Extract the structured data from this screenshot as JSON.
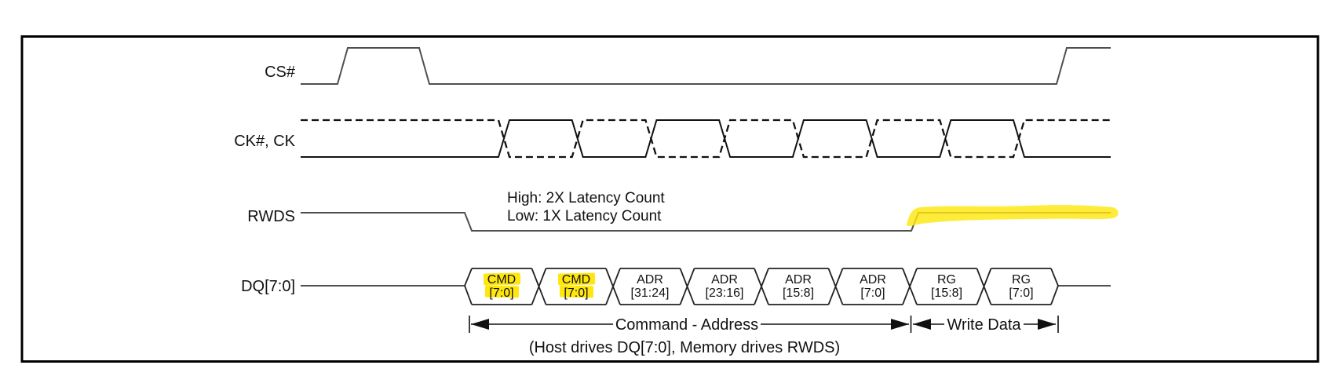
{
  "signals": {
    "cs": {
      "label": "CS#"
    },
    "ck": {
      "label": "CK#, CK"
    },
    "rwds": {
      "label": "RWDS",
      "annotation_line1": "High: 2X Latency Count",
      "annotation_line2": "Low: 1X Latency Count"
    },
    "dq": {
      "label": "DQ[7:0]"
    }
  },
  "dq_bubbles": [
    {
      "line1": "CMD",
      "line2": "[7:0]",
      "highlighted": true
    },
    {
      "line1": "CMD",
      "line2": "[7:0]",
      "highlighted": true
    },
    {
      "line1": "ADR",
      "line2": "[31:24]",
      "highlighted": false
    },
    {
      "line1": "ADR",
      "line2": "[23:16]",
      "highlighted": false
    },
    {
      "line1": "ADR",
      "line2": "[15:8]",
      "highlighted": false
    },
    {
      "line1": "ADR",
      "line2": "[7:0]",
      "highlighted": false
    },
    {
      "line1": "RG",
      "line2": "[15:8]",
      "highlighted": false
    },
    {
      "line1": "RG",
      "line2": "[7:0]",
      "highlighted": false
    }
  ],
  "spans": {
    "command_address_label": "Command - Address",
    "write_data_label": "Write Data",
    "caption": "(Host drives DQ[7:0], Memory drives RWDS)"
  },
  "colors": {
    "highlighter": "#ffe60e",
    "signal_line": "#4f4f4f",
    "clock_line": "#111111",
    "border": "#000000"
  }
}
